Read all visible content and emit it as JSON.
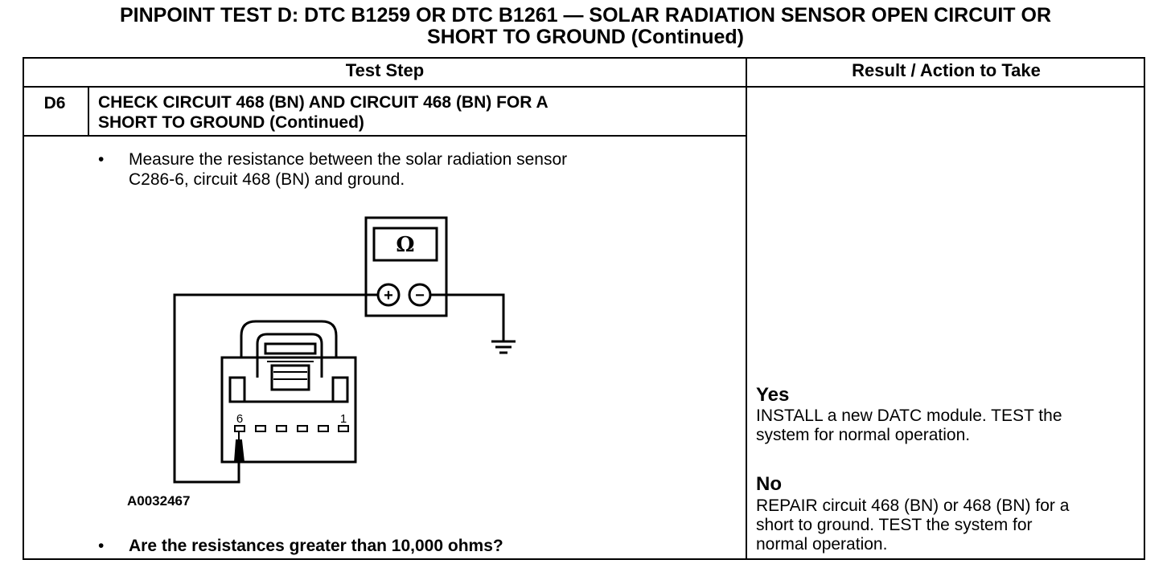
{
  "title_line1": "PINPOINT TEST D: DTC B1259 OR DTC B1261 — SOLAR RADIATION SENSOR OPEN CIRCUIT OR",
  "title_line2": "SHORT TO GROUND (Continued)",
  "columns": {
    "test_step": "Test Step",
    "result": "Result / Action to Take"
  },
  "step": {
    "id": "D6",
    "title_line1": "CHECK CIRCUIT 468 (BN) AND CIRCUIT 468 (BN) FOR A",
    "title_line2": "SHORT TO GROUND (Continued)",
    "bullet_symbol": "•",
    "instruction_line1": "Measure the resistance between the solar radiation sensor",
    "instruction_line2": "C286-6, circuit 468 (BN) and ground.",
    "question": "Are the resistances greater than 10,000 ohms?"
  },
  "figure": {
    "id": "A0032467",
    "meter_symbol": "Ω",
    "plus": "+",
    "minus": "−",
    "pin_left": "6",
    "pin_right": "1"
  },
  "results": {
    "yes_label": "Yes",
    "yes_line1": "INSTALL a new DATC module. TEST the",
    "yes_line2": "system for normal operation.",
    "no_label": "No",
    "no_line1": "REPAIR circuit 468 (BN) or 468 (BN) for a",
    "no_line2": "short to ground. TEST the system for",
    "no_line3": "normal operation."
  }
}
